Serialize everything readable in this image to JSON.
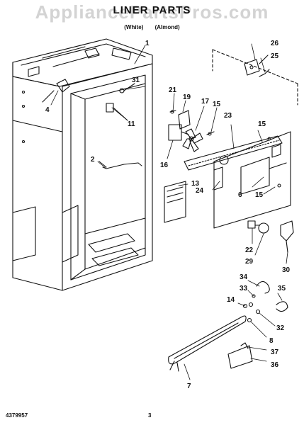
{
  "header": {
    "title": "LINER PARTS",
    "watermark": "AppliancePartsPros.com",
    "variants": [
      "(White)",
      "(Almond)"
    ]
  },
  "footer": {
    "part_number": "4379957",
    "page": "3"
  },
  "callouts": [
    "1",
    "2",
    "4",
    "6",
    "7",
    "8",
    "11",
    "13",
    "14",
    "15",
    "16",
    "17",
    "19",
    "21",
    "22",
    "23",
    "24",
    "25",
    "26",
    "29",
    "30",
    "31",
    "32",
    "33",
    "34",
    "35",
    "36",
    "37"
  ],
  "colors": {
    "line": "#111111",
    "background": "#ffffff"
  }
}
